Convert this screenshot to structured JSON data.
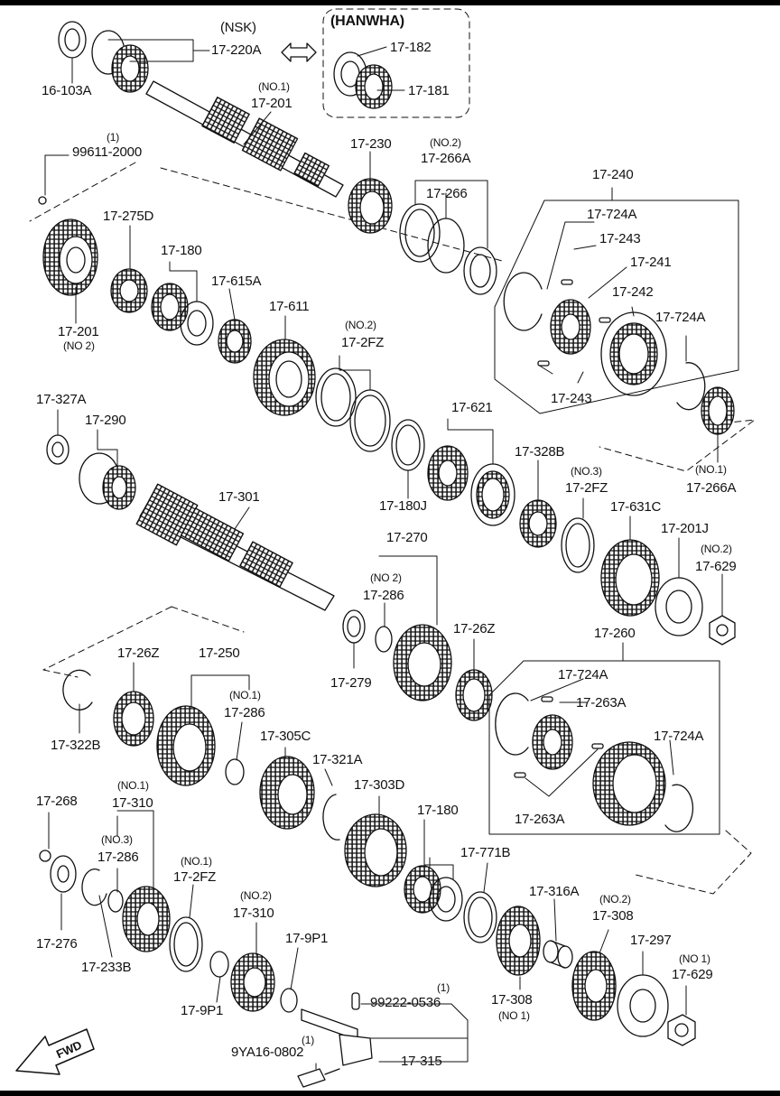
{
  "labels": {
    "l16_103A": "16-103A",
    "nsk": "(NSK)",
    "l17_220A": "17-220A",
    "hanwha": "(HANWHA)",
    "l17_182": "17-182",
    "l17_181": "17-181",
    "no1_a": "(NO.1)",
    "l17_201_top": "17-201",
    "q1_a": "(1)",
    "l99611": "99611-2000",
    "l17_230": "17-230",
    "no2_a": "(NO.2)",
    "l17_266A": "17-266A",
    "l17_266": "17-266",
    "l17_240": "17-240",
    "l17_724A_1": "17-724A",
    "l17_243_1": "17-243",
    "l17_241": "17-241",
    "l17_242": "17-242",
    "l17_724A_2": "17-724A",
    "l17_243_2": "17-243",
    "l17_275D": "17-275D",
    "l17_180_1": "17-180",
    "l17_615A": "17-615A",
    "l17_611": "17-611",
    "no2_b": "(NO.2)",
    "l17_2FZ_1": "17-2FZ",
    "l17_201_mid": "17-201",
    "no2_c": "(NO 2)",
    "l17_327A": "17-327A",
    "l17_290": "17-290",
    "l17_621": "17-621",
    "l17_328B": "17-328B",
    "no3_a": "(NO.3)",
    "l17_2FZ_2": "17-2FZ",
    "l17_180J": "17-180J",
    "no1_b": "(NO.1)",
    "l17_266A_2": "17-266A",
    "l17_301": "17-301",
    "l17_270": "17-270",
    "no2_d": "(NO 2)",
    "l17_286_1": "17-286",
    "l17_631C": "17-631C",
    "l17_201J": "17-201J",
    "no2_e": "(NO.2)",
    "l17_629_1": "17-629",
    "l17_279": "17-279",
    "l17_26Z_1": "17-26Z",
    "l17_260": "17-260",
    "l17_26Z_2": "17-26Z",
    "l17_250": "17-250",
    "no1_c": "(NO.1)",
    "l17_286_2": "17-286",
    "l17_724A_3": "17-724A",
    "l17_263A_1": "17-263A",
    "l17_724A_4": "17-724A",
    "l17_263A_2": "17-263A",
    "l17_322B": "17-322B",
    "l17_305C": "17-305C",
    "l17_321A": "17-321A",
    "l17_303D": "17-303D",
    "no1_d": "(NO.1)",
    "l17_310_1": "17-310",
    "l17_268": "17-268",
    "no3_b": "(NO.3)",
    "l17_286_3": "17-286",
    "no1_e": "(NO.1)",
    "l17_2FZ_3": "17-2FZ",
    "no2_f": "(NO.2)",
    "l17_310_2": "17-310",
    "l17_180_2": "17-180",
    "l17_771B": "17-771B",
    "l17_316A": "17-316A",
    "no2_g": "(NO.2)",
    "l17_308_1": "17-308",
    "l17_276": "17-276",
    "l17_233B": "17-233B",
    "l17_9P1_1": "17-9P1",
    "l17_9P1_2": "17-9P1",
    "l17_297": "17-297",
    "no1_f": "(NO 1)",
    "l17_629_2": "17-629",
    "q1_b": "(1)",
    "l99222": "99222-0536",
    "l17_308_2": "17-308",
    "no1_g": "(NO 1)",
    "q1_c": "(1)",
    "l9YA16": "9YA16-0802",
    "l17_315": "17-315",
    "fwd": "FWD"
  }
}
